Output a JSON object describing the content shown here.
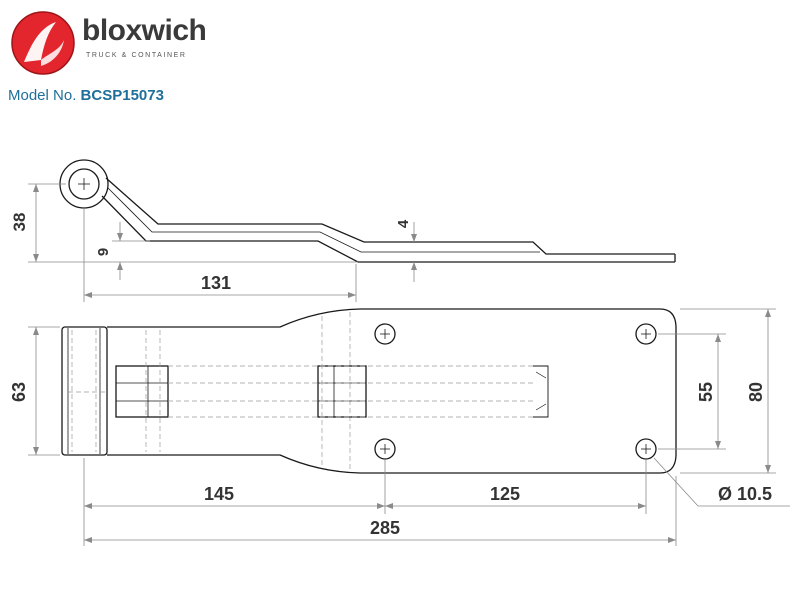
{
  "header": {
    "brand_name": "bloxwich",
    "brand_subtitle": "TRUCK & CONTAINER",
    "model_label": "Model No.",
    "model_number": "BCSP15073"
  },
  "colors": {
    "brand_red": "#d7262e",
    "brand_dark": "#3a3a3a",
    "model_blue": "#1e6f9a",
    "line": "#1a1a1a",
    "dimension": "#8a8a8a",
    "hidden_line": "#9a9a9a"
  },
  "dimensions": {
    "side_height": "38",
    "side_offset": "9",
    "side_thickness": "4",
    "side_length": "131",
    "plan_width": "63",
    "hole_spacing_vertical": "55",
    "plate_width": "80",
    "pin_to_hole": "145",
    "hole_spacing_horizontal": "125",
    "overall_length": "285",
    "hole_diameter": "Ø 10.5"
  }
}
